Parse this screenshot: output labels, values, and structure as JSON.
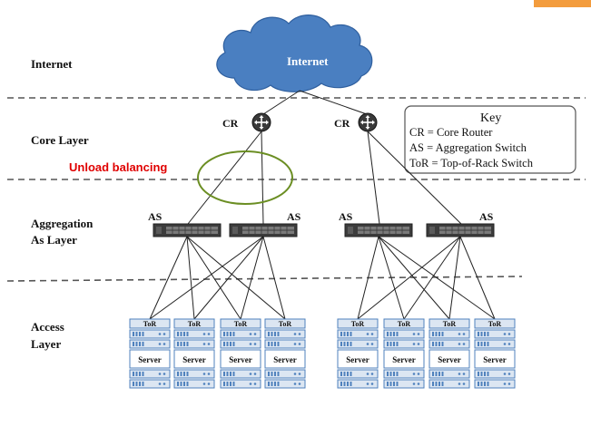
{
  "layers": {
    "internet": "Internet",
    "core": "Core Layer",
    "aggregation_line1": "Aggregation",
    "aggregation_line2": "As Layer",
    "access_line1": "Access",
    "access_line2": "Layer"
  },
  "cloud_label": "Internet",
  "devices": {
    "core_router": "CR",
    "aggregation_switch": "AS",
    "tor": "ToR",
    "server": "Server"
  },
  "key": {
    "title": "Key",
    "items": [
      "CR = Core Router",
      "AS = Aggregation Switch",
      "ToR = Top-of-Rack Switch"
    ]
  },
  "annotation": {
    "text": "Unload balancing",
    "text_color": "#e00000",
    "ellipse_color": "#6b8e23"
  },
  "colors": {
    "cloud_fill": "#4a7fc1",
    "orange_tab": "#f39c3d",
    "rack_border": "#4f81bd",
    "rack_fill": "#dce6f2"
  }
}
